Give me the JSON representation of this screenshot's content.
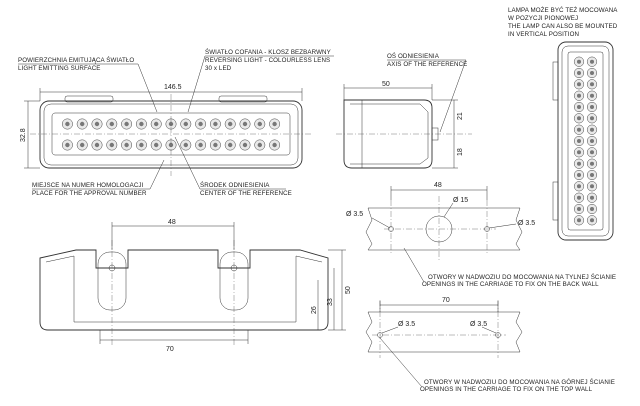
{
  "notes": {
    "mount_l1": "LAMPA MOŻE BYĆ TEŻ MOCOWANA",
    "mount_l2": "W POZYCJI PIONOWEJ",
    "mount_l3": "THE LAMP CAN ALSO BE MOUNTED",
    "mount_l4": "IN VERTICAL POSITION",
    "emit_l1": "POWIERZCHNIA EMITUJĄCA ŚWIATŁO",
    "emit_l2": "LIGHT EMITTING SURFACE",
    "rev_l1": "ŚWIATŁO COFANIA - KLOSZ BEZBARWNY",
    "rev_l2": "REVERSING LIGHT - COLOURLESS LENS",
    "rev_l3": "30 x LED",
    "axis_l1": "OŚ ODNIESIENIA",
    "axis_l2": "AXIS OF THE REFERENCE",
    "approval_l1": "MIEJSCE NA NUMER HOMOLOGACJI",
    "approval_l2": "PLACE FOR THE APPROVAL NUMBER",
    "center_l1": "ŚRODEK ODNIESIENIA",
    "center_l2": "CENTER OF THE REFERENCE",
    "back_l1": "OTWORY W NADWOZIU DO MOCOWANIA NA TYLNEJ ŚCIANIE",
    "back_l2": "OPENINGS IN THE CARRIAGE TO FIX ON THE BACK WALL",
    "top_l1": "OTWORY W NADWOZIU DO MOCOWANIA NA GÓRNEJ ŚCIANIE",
    "top_l2": "OPENINGS IN THE CARRIAGE TO FIX ON THE TOP WALL"
  },
  "dims": {
    "length": "146.5",
    "height": "32.8",
    "depth": "50",
    "axis_top": "21",
    "axis_bottom": "18",
    "back_span": "48",
    "hole_small": "Ø 3.5",
    "hole_small_r": "Ø 3.5",
    "hole_big": "Ø 15",
    "bottom_span": "48",
    "bottom_width": "70",
    "h26": "26",
    "h33": "33",
    "h50": "50",
    "top_span": "70",
    "top_hole_l": "Ø 3.5",
    "top_hole_r": "Ø 3.5"
  },
  "led": {
    "count": 30
  }
}
